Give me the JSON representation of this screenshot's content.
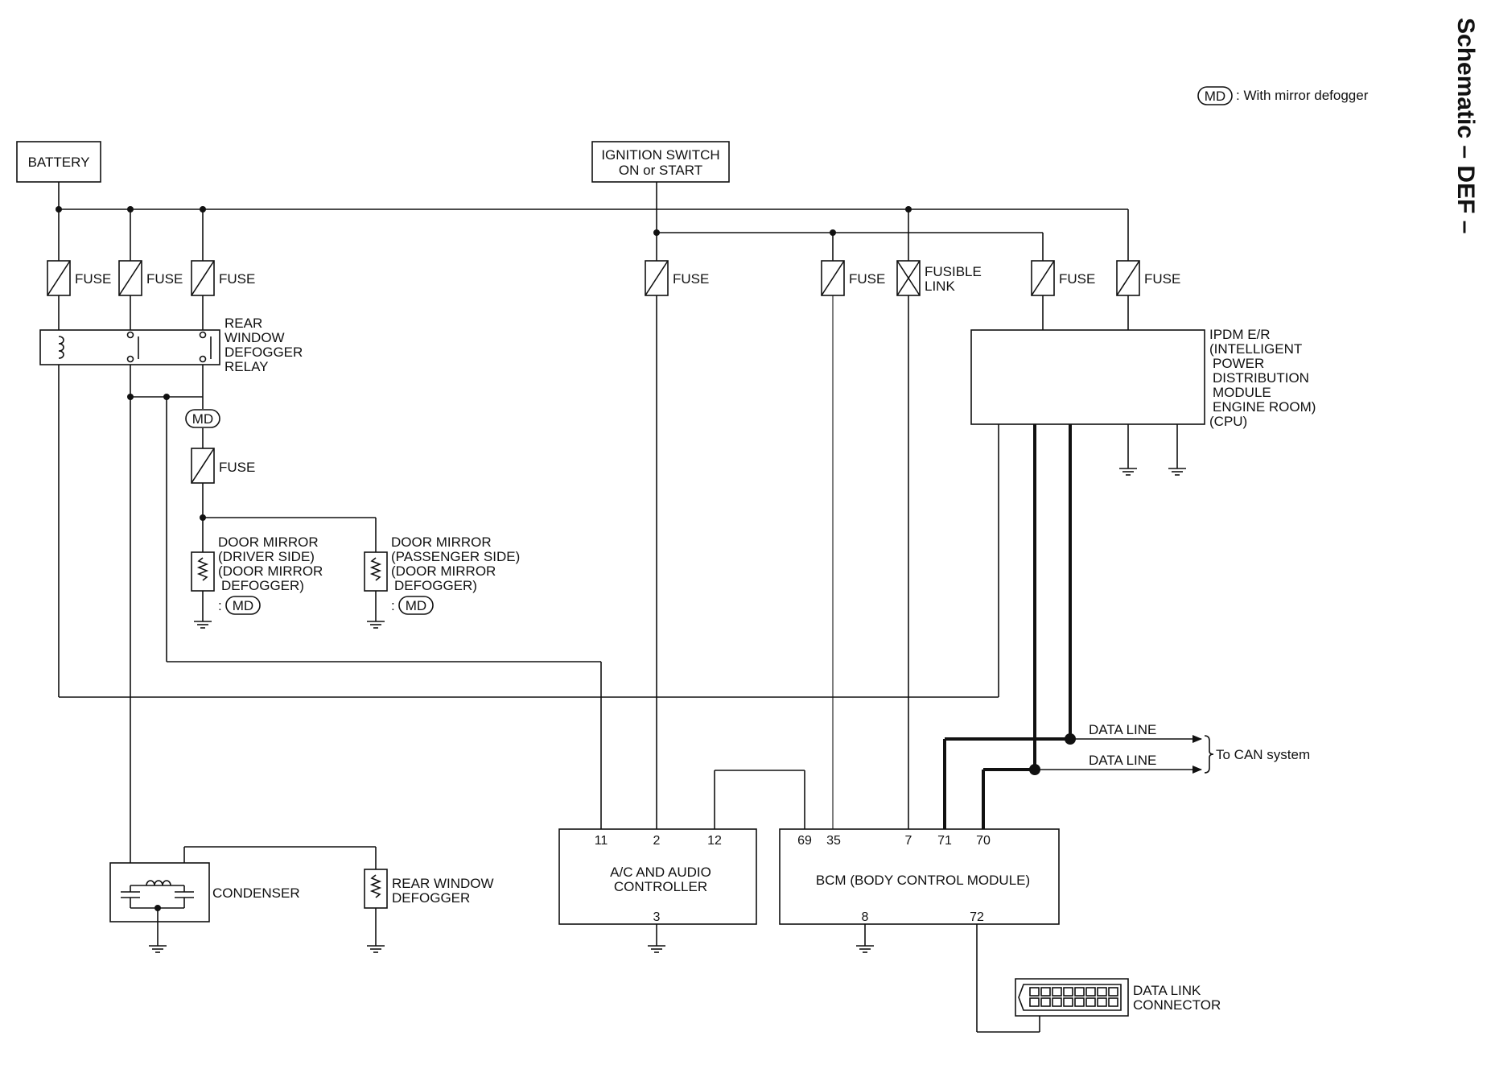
{
  "page_title": "Schematic – DEF –",
  "legend": {
    "symbol": "MD",
    "text": ": With mirror defogger"
  },
  "power_sources": {
    "battery": "BATTERY",
    "ignition": [
      "IGNITION SWITCH",
      "ON or START"
    ]
  },
  "fuse_label": "FUSE",
  "fusible_link": [
    "FUSIBLE",
    "LINK"
  ],
  "md_tag": "MD",
  "md_prefix": ":",
  "relay": [
    "REAR",
    "WINDOW",
    "DEFOGGER",
    "RELAY"
  ],
  "ipdm": [
    "IPDM E/R",
    "(INTELLIGENT",
    "POWER",
    "DISTRIBUTION",
    "MODULE",
    "ENGINE ROOM)",
    "(CPU)"
  ],
  "mirror_driver": [
    "DOOR MIRROR",
    "(DRIVER SIDE)",
    "(DOOR MIRROR",
    "DEFOGGER)"
  ],
  "mirror_passenger": [
    "DOOR MIRROR",
    "(PASSENGER SIDE)",
    "(DOOR MIRROR",
    "DEFOGGER)"
  ],
  "condenser": "CONDENSER",
  "rear_defogger": [
    "REAR WINDOW",
    "DEFOGGER"
  ],
  "ac_controller": {
    "name": [
      "A/C AND AUDIO",
      "CONTROLLER"
    ],
    "pins_top": [
      "11",
      "2",
      "12"
    ],
    "pin_bottom": "3"
  },
  "bcm": {
    "name": "BCM (BODY CONTROL MODULE)",
    "pins_top": [
      "69",
      "35",
      "7",
      "71",
      "70"
    ],
    "pins_bottom": [
      "8",
      "72"
    ]
  },
  "data_line_label": "DATA LINE",
  "can_label": "To CAN system",
  "dlc": [
    "DATA LINK",
    "CONNECTOR"
  ]
}
